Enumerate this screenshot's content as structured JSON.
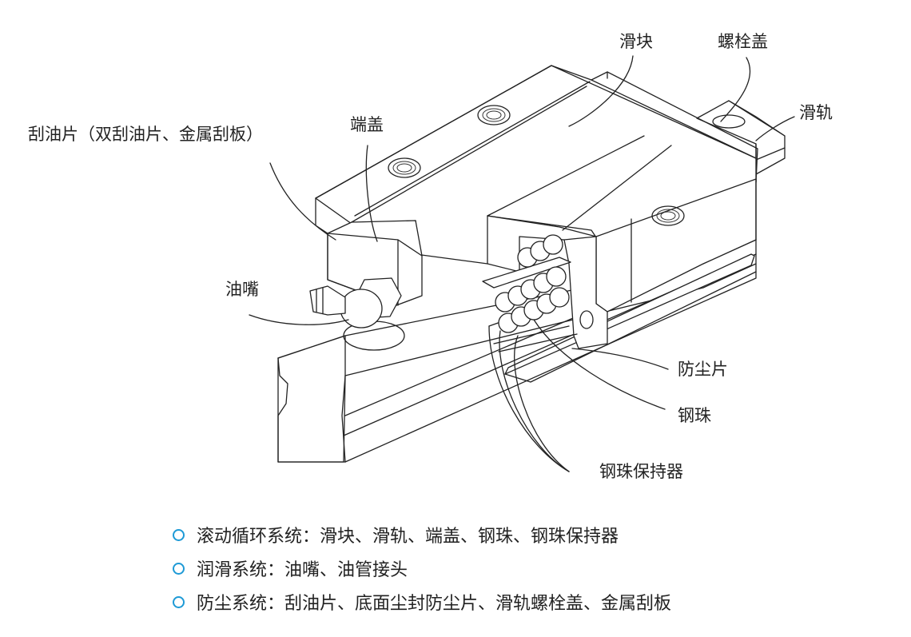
{
  "labels": {
    "slider": "滑块",
    "bolt_cap": "螺栓盖",
    "rail": "滑轨",
    "end_cap": "端盖",
    "scraper": "刮油片（双刮油片、金属刮板）",
    "grease_nipple": "油嘴",
    "dust_seal": "防尘片",
    "steel_ball": "钢珠",
    "ball_retainer": "钢珠保持器"
  },
  "legend": [
    {
      "text": "滚动循环系统：滑块、滑轨、端盖、钢珠、钢珠保持器"
    },
    {
      "text": "润滑系统：油嘴、油管接头"
    },
    {
      "text": "防尘系统：刮油片、底面尘封防尘片、滑轨螺栓盖、金属刮板"
    }
  ],
  "colors": {
    "bullet": "#1e9ad6",
    "line": "#222222"
  }
}
